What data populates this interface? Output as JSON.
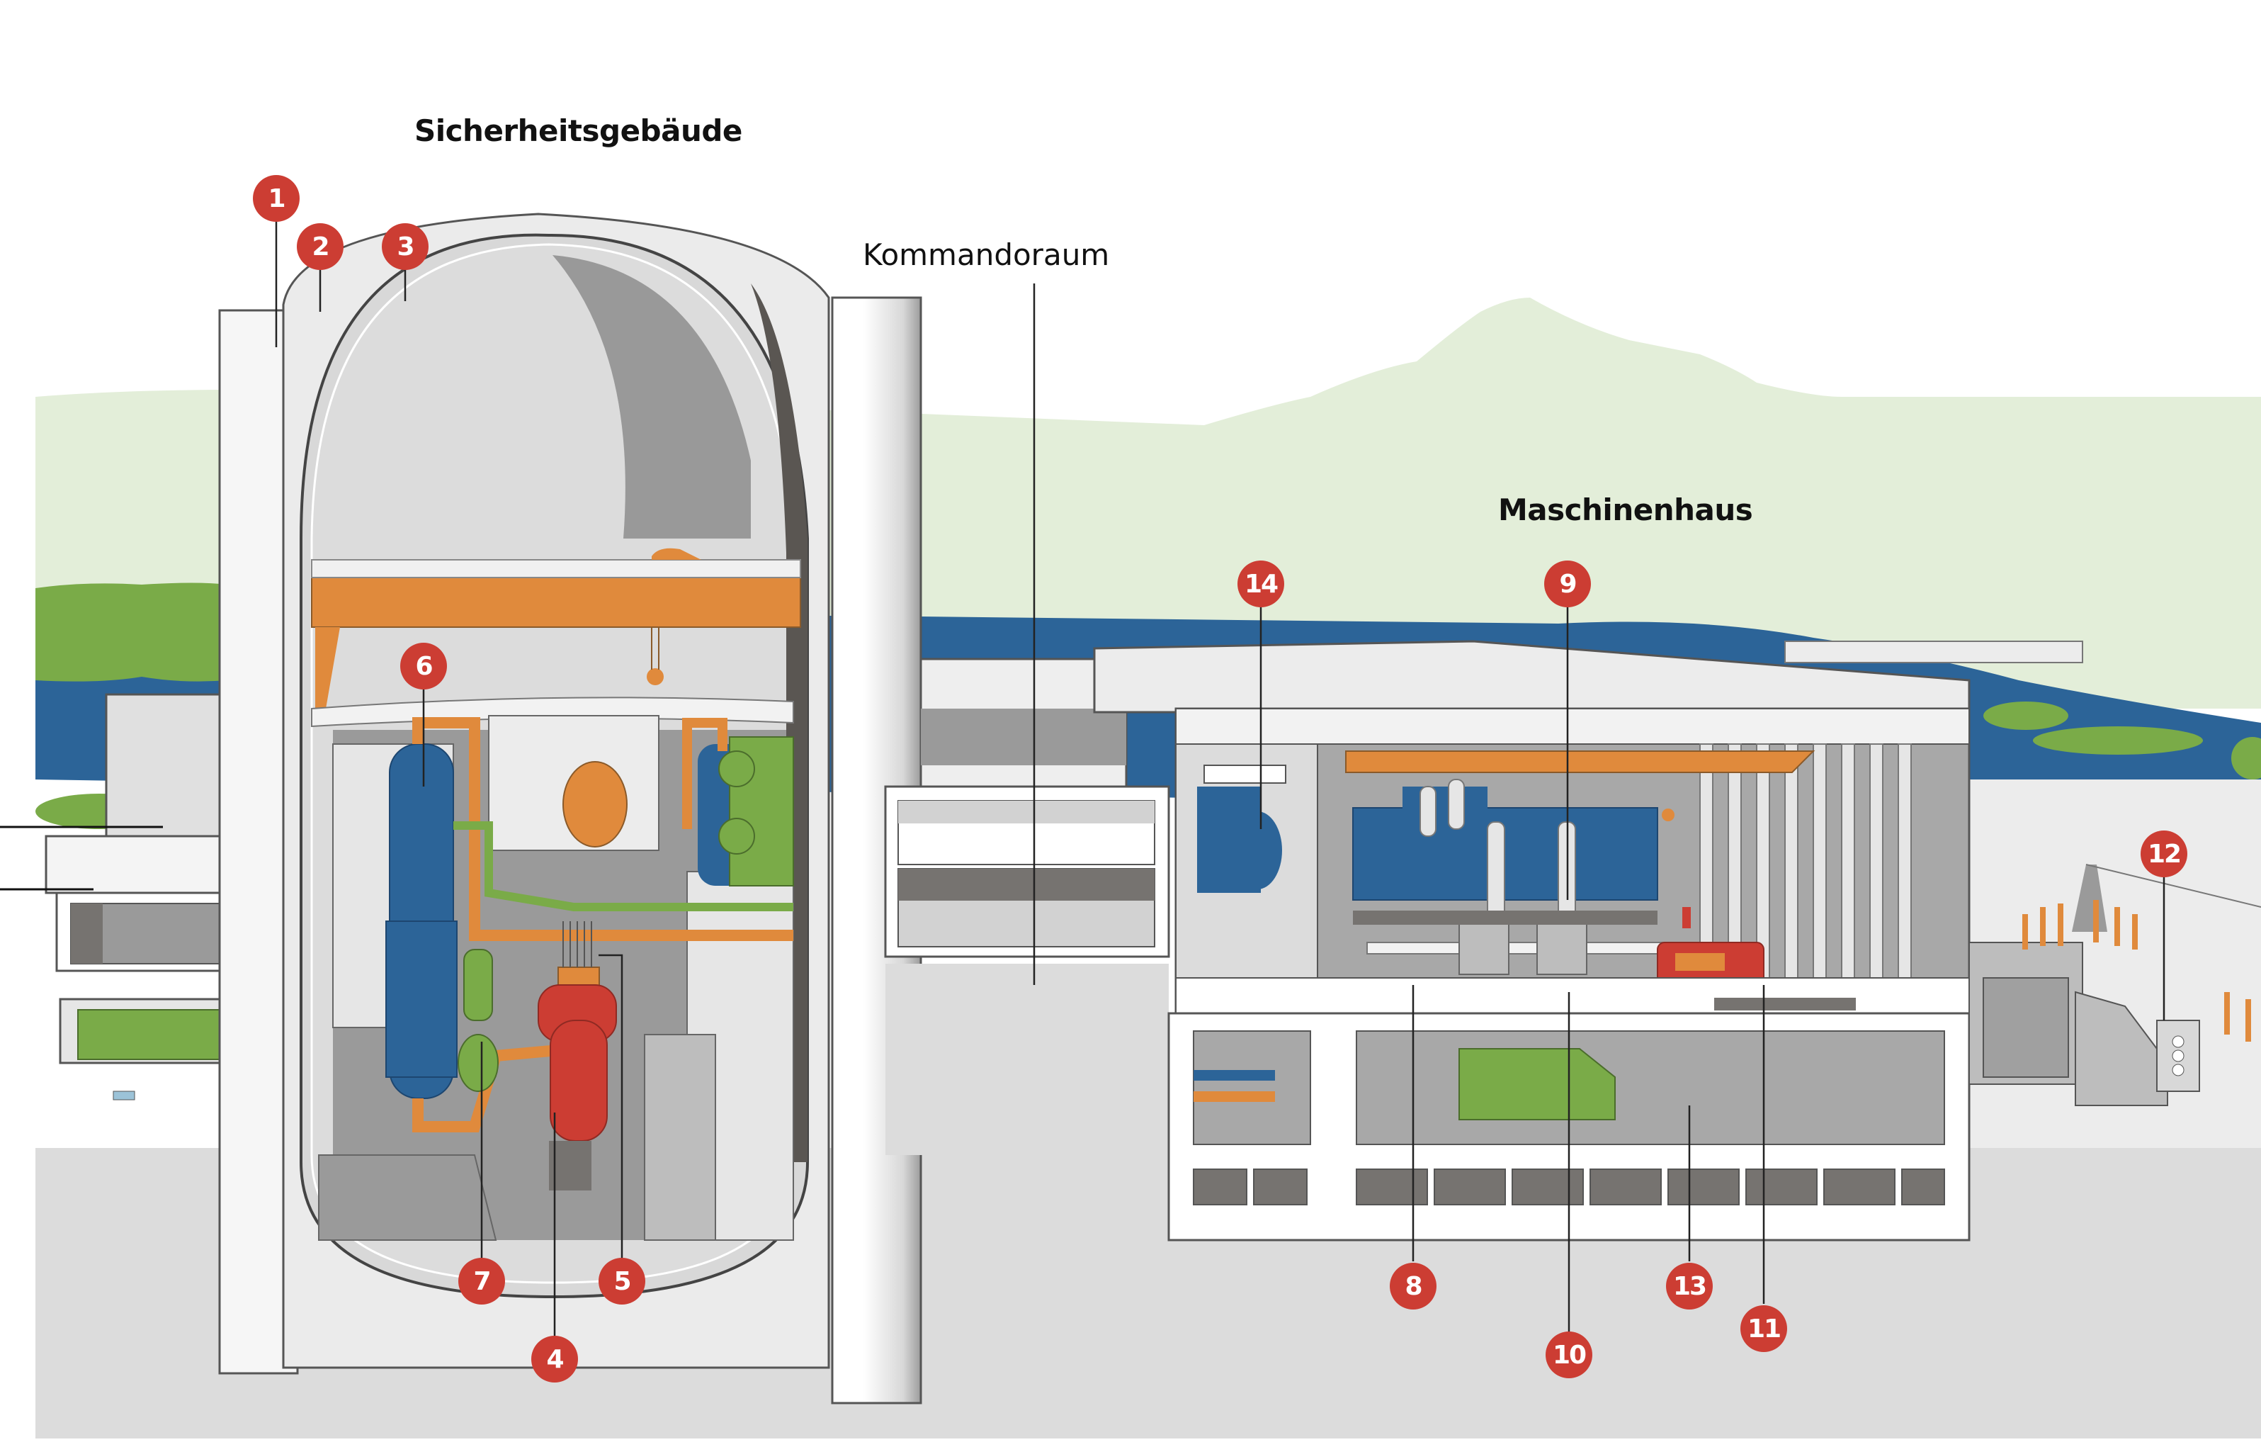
{
  "labels": {
    "containment_building": "Sicherheitsgebäude",
    "control_room": "Kommandoraum",
    "turbine_hall": "Maschinenhaus"
  },
  "markers": [
    {
      "id": "1",
      "label": "1"
    },
    {
      "id": "2",
      "label": "2"
    },
    {
      "id": "3",
      "label": "3"
    },
    {
      "id": "4",
      "label": "4"
    },
    {
      "id": "5",
      "label": "5"
    },
    {
      "id": "6",
      "label": "6"
    },
    {
      "id": "7",
      "label": "7"
    },
    {
      "id": "8",
      "label": "8"
    },
    {
      "id": "9",
      "label": "9"
    },
    {
      "id": "10",
      "label": "10"
    },
    {
      "id": "11",
      "label": "11"
    },
    {
      "id": "12",
      "label": "12"
    },
    {
      "id": "13",
      "label": "13"
    },
    {
      "id": "14",
      "label": "14"
    }
  ],
  "colors": {
    "marker_red": "#cc3d33",
    "hill_green": "#e3eed9",
    "tree_green": "#7aab48",
    "river_blue": "#2c6498",
    "component_blue": "#2c6498",
    "component_orange": "#e08a3c",
    "component_red": "#cc3d33",
    "component_green": "#7aab48",
    "concrete_light": "#e6e6e6",
    "concrete_mid": "#9a9a9a",
    "concrete_dark": "#5a5652"
  }
}
